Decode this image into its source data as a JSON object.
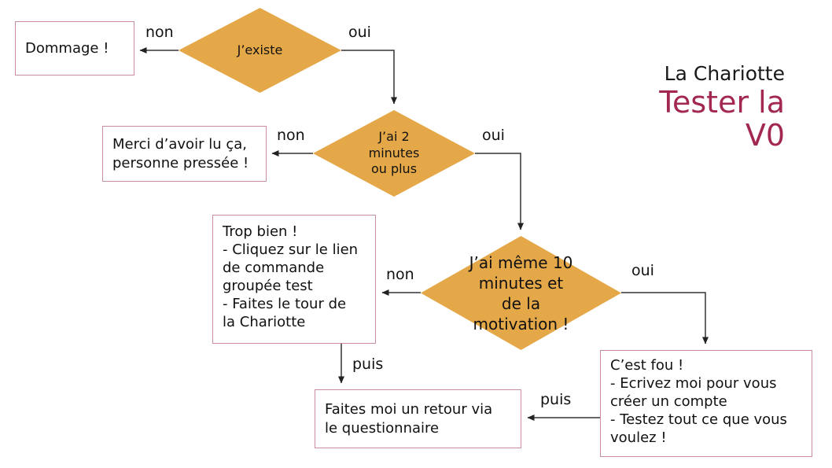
{
  "title": {
    "brand": "La Chariotte",
    "heading": "Tester la\nV0",
    "brand_color": "#1a1a1a",
    "heading_color": "#A32850"
  },
  "theme": {
    "diamond_fill": "#E5A849",
    "box_border": "#C98CA5",
    "box_fill": "#FFFFFF",
    "edge_color": "#333333",
    "text_color": "#111111"
  },
  "nodes": {
    "decision_exists": {
      "label": "J’existe",
      "shape": "diamond"
    },
    "decision_two_minutes": {
      "label": "J’ai 2\nminutes\nou plus",
      "shape": "diamond"
    },
    "decision_ten_minutes": {
      "label": "J’ai même 10\nminutes et\nde la\nmotivation !",
      "shape": "diamond"
    },
    "outcome_dommage": {
      "label": "Dommage !",
      "shape": "box"
    },
    "outcome_merci": {
      "label": "Merci d’avoir lu ça,\npersonne pressée !",
      "shape": "box"
    },
    "outcome_trop_bien": {
      "label": "Trop bien !\n- Cliquez sur le lien\nde commande\ngroupée test\n- Faites le tour de\nla Chariotte",
      "shape": "box"
    },
    "outcome_cest_fou": {
      "label": "C’est fou !\n- Ecrivez moi pour vous\ncréer un compte\n- Testez tout ce que vous\nvoulez !",
      "shape": "box"
    },
    "outcome_retour": {
      "label": "Faites moi un retour via\nle questionnaire",
      "shape": "box"
    }
  },
  "edges": [
    {
      "name": "exists-no",
      "label": "non",
      "from": "decision_exists",
      "to": "outcome_dommage"
    },
    {
      "name": "exists-yes",
      "label": "oui",
      "from": "decision_exists",
      "to": "decision_two_minutes"
    },
    {
      "name": "two-minutes-no",
      "label": "non",
      "from": "decision_two_minutes",
      "to": "outcome_merci"
    },
    {
      "name": "two-minutes-yes",
      "label": "oui",
      "from": "decision_two_minutes",
      "to": "decision_ten_minutes"
    },
    {
      "name": "ten-minutes-no",
      "label": "non",
      "from": "decision_ten_minutes",
      "to": "outcome_trop_bien"
    },
    {
      "name": "ten-minutes-yes",
      "label": "oui",
      "from": "decision_ten_minutes",
      "to": "outcome_cest_fou"
    },
    {
      "name": "trop-bien-then",
      "label": "puis",
      "from": "outcome_trop_bien",
      "to": "outcome_retour"
    },
    {
      "name": "cest-fou-then",
      "label": "puis",
      "from": "outcome_cest_fou",
      "to": "outcome_retour"
    }
  ]
}
